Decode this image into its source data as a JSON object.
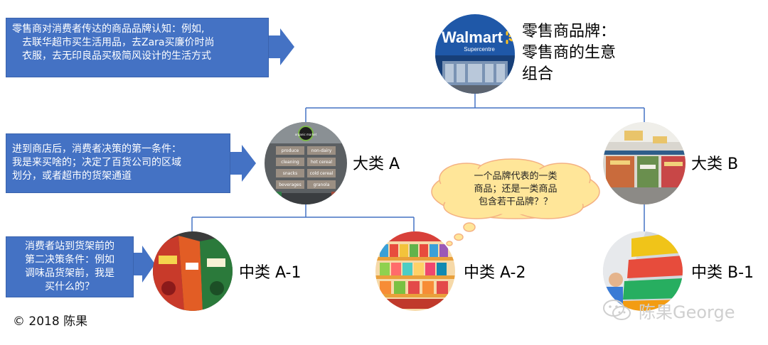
{
  "notes": {
    "brand": "零售商对消费者传达的商品品牌认知：例如，去联华超市买生活用品，去Zara买廉价时尚衣服，去无印良品买极简风设计的生活方式",
    "brand_lines": [
      "零售商对消费者传达的商品品牌认知：例如,",
      "去联华超市买生活用品，去Zara买廉价时尚",
      "衣服，去无印良品买极简风设计的生活方式"
    ],
    "category": [
      "进到商店后，消费者决策的第一条件：",
      "我是来买啥的；决定了百货公司的区域",
      "划分，或者超市的货架通道"
    ],
    "subcategory": [
      "消费者站到货架前的",
      "第二决策条件：例如",
      "调味品货架前，我是",
      "买什么的？"
    ]
  },
  "root": {
    "label_lines": [
      "零售商品牌：",
      "零售商的生意",
      "组合"
    ],
    "logo_text": "Walmart",
    "logo_sub": "Supercentre"
  },
  "categories": [
    {
      "label": "大类 A",
      "sign_words": [
        "produce",
        "cleaning",
        "snacks",
        "beverages",
        "non-dairy",
        "hot cereal",
        "cold cereal",
        "granola"
      ],
      "badge": "organic market"
    },
    {
      "label": "大类 B"
    }
  ],
  "subcategories": [
    {
      "label": "中类 A-1"
    },
    {
      "label": "中类 A-2"
    },
    {
      "label": "中类 B-1"
    }
  ],
  "cloud": [
    "一个品牌代表的一类",
    "商品；还是一类商品",
    "包含若干品牌？？"
  ],
  "footer": "© 2018 陈果",
  "watermark": "陈果George",
  "colors": {
    "note_fill": "#4472c4",
    "connector": "#4472c4",
    "cloud_fill": "#ffe699",
    "cloud_stroke": "#f4b183"
  }
}
